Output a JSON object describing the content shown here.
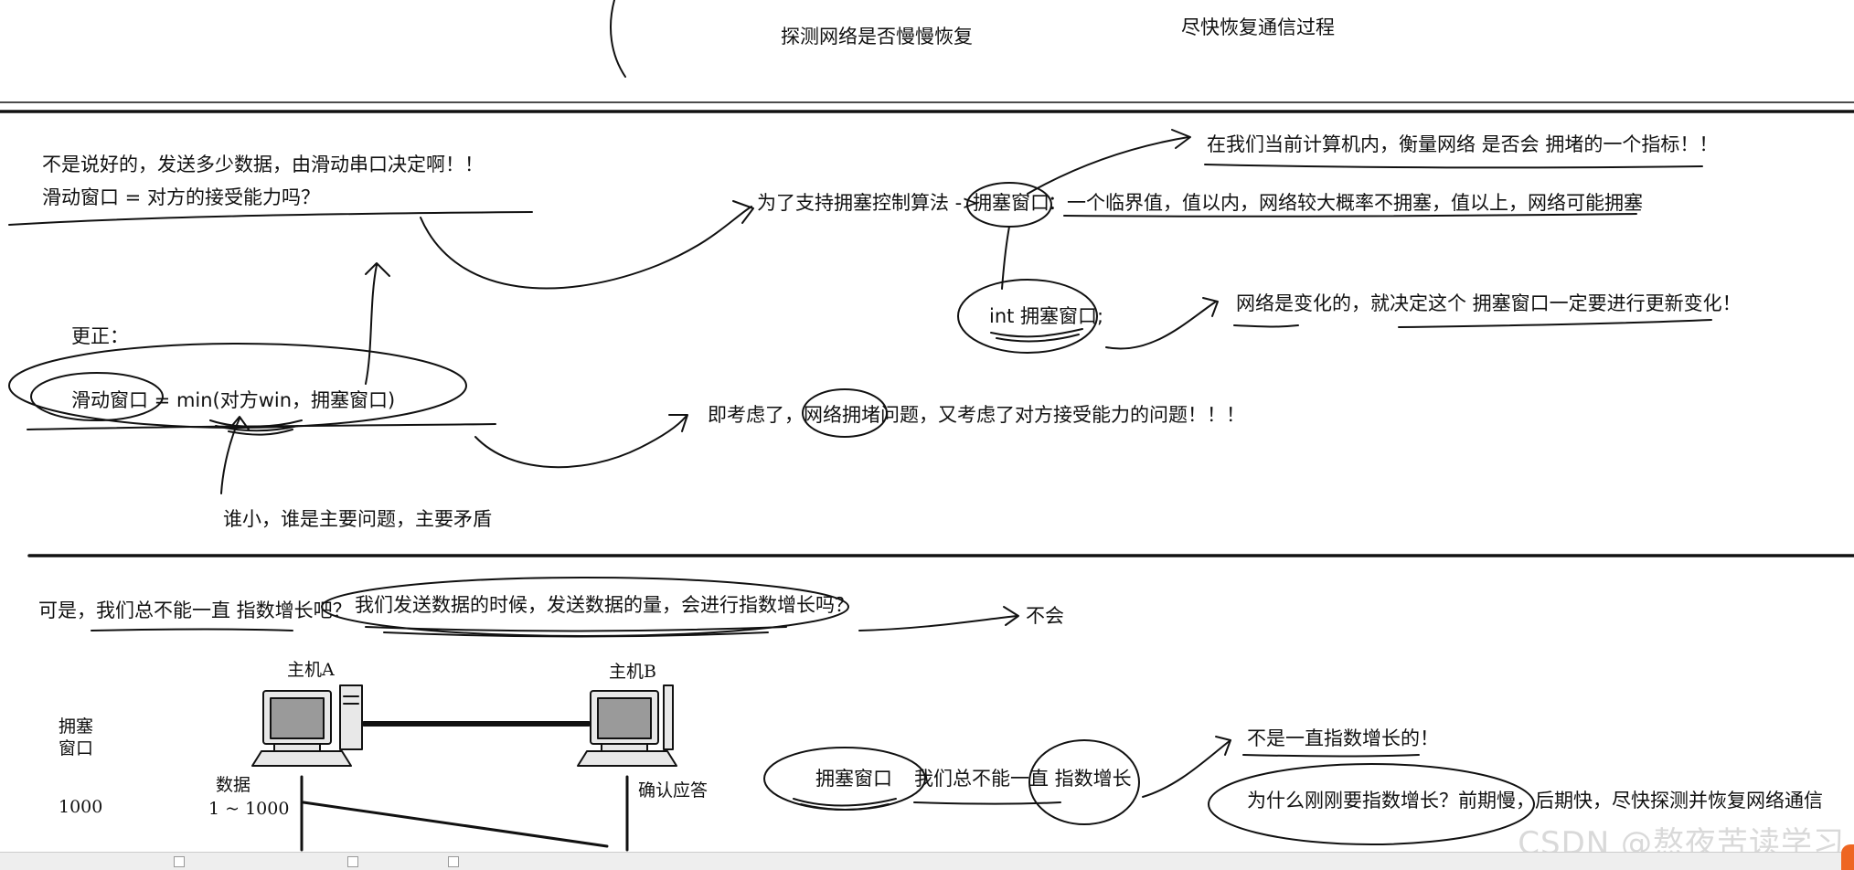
{
  "top_section": {
    "probe_text": "探测网络是否慢慢恢复",
    "recover_text": "尽快恢复通信过程"
  },
  "middle_section": {
    "line1": "不是说好的，发送多少数据，由滑动串口决定啊！！",
    "line2": "滑动窗口 = 对方的接受能力吗？",
    "support_prefix": "为了支持拥塞控制算法 ->",
    "cwnd_term": "拥塞窗口",
    "cwnd_def": "：一个临界值，值以内，网络较大概率不拥塞，值以上，网络可能拥塞",
    "indicator_note": "在我们当前计算机内，衡量网络 是否会 拥堵的一个指标！！",
    "int_decl": "int 拥塞窗口;",
    "network_change": "网络是变化的，就决定这个 拥塞窗口一定要进行更新变化！",
    "correction_label": "更正：",
    "formula": "滑动窗口 = min(对方win，拥塞窗口)",
    "both_considered": "即考虑了，网络拥堵问题，又考虑了对方接受能力的问题！！！",
    "smaller_note": "谁小，谁是主要问题，主要矛盾"
  },
  "bottom_section": {
    "question1": "可是，我们总不能一直 指数增长吧？",
    "question2": "我们发送数据的时候，发送数据的量，会进行指数增长吗？",
    "answer_no": "不会",
    "host_a": "主机A",
    "host_b": "主机B",
    "cwnd_axis_label_line1": "拥塞",
    "cwnd_axis_label_line2": "窗口",
    "value_1000": "1000",
    "data_label": "数据",
    "data_range": "1 ~ 1000",
    "ack_label": "确认应答",
    "cwnd_circled": "拥塞窗口",
    "cannot_always": "我们总不能一直 指数增长",
    "not_always_exp": "不是一直指数增长的！",
    "why_exp": "为什么刚刚要指数增长？前期慢，后期快，尽快探测并恢复网络通信"
  },
  "watermark": "CSDN @熬夜苦读学习",
  "colors": {
    "ink": "#111111",
    "watermark": "#d9d9d9",
    "accent_corner": "#ee6622"
  }
}
